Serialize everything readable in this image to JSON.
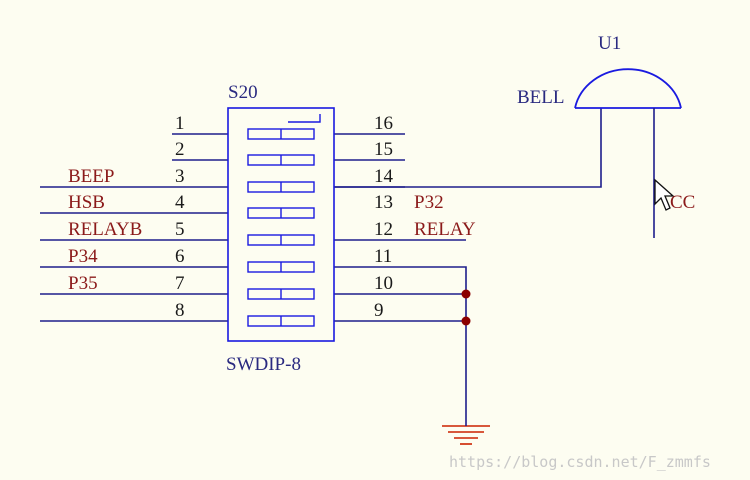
{
  "component": {
    "designator": "S20",
    "part": "SWDIP-8",
    "left_pins": [
      {
        "num": "1",
        "net": ""
      },
      {
        "num": "2",
        "net": ""
      },
      {
        "num": "3",
        "net": "BEEP"
      },
      {
        "num": "4",
        "net": "HSB"
      },
      {
        "num": "5",
        "net": "RELAYB"
      },
      {
        "num": "6",
        "net": "P34"
      },
      {
        "num": "7",
        "net": "P35"
      },
      {
        "num": "8",
        "net": ""
      }
    ],
    "right_pins": [
      {
        "num": "16",
        "net": ""
      },
      {
        "num": "15",
        "net": ""
      },
      {
        "num": "14",
        "net": ""
      },
      {
        "num": "13",
        "net": "P32"
      },
      {
        "num": "12",
        "net": "RELAY"
      },
      {
        "num": "11",
        "net": ""
      },
      {
        "num": "10",
        "net": ""
      },
      {
        "num": "9",
        "net": ""
      }
    ]
  },
  "bell": {
    "designator": "U1",
    "label": "BELL",
    "supply_label": "CC"
  },
  "watermark": "https://blog.csdn.net/F_zmmfs",
  "colors": {
    "background": "#fdfdf1",
    "wire": "#1e1e8c",
    "component_outline": "#1a1ae0",
    "net_label": "#8b1a1a",
    "pin_number": "#1a1a1a",
    "junction": "#8b0000",
    "ground": "#cc2200"
  }
}
